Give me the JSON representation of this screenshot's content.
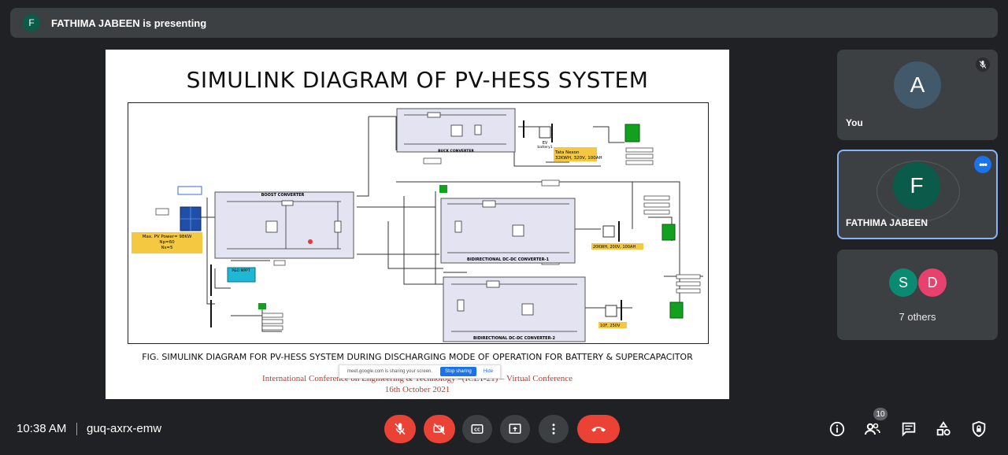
{
  "banner": {
    "avatar_letter": "F",
    "text": "FATHIMA JABEEN is presenting"
  },
  "slide": {
    "title": "SIMULINK DIAGRAM OF PV-HESS SYSTEM",
    "caption": "FIG. SIMULINK DIAGRAM FOR PV-HESS SYSTEM DURING DISCHARGING MODE OF OPERATION FOR BATTERY & SUPERCAPACITOR",
    "conference": "International Conference on Engineering & Technology –(ICET-21) – Virtual Conference",
    "date": "16th October 2021",
    "diagram": {
      "boost_label": "BOOST CONVERTER",
      "buck_label": "BUCK CONVERTER",
      "bidi1_label": "BIDIRECTIONAL DC-DC CONVERTER-1",
      "bidi2_label": "BIDIRECTIONAL DC-DC CONVERTER-2",
      "pv_note_1": "Max. PV Power= 98KW",
      "pv_note_2": "Np=60",
      "pv_note_3": "Ns=5",
      "ev_label": "EV",
      "ev_sub": "battery1",
      "tata_1": "Tata Nexon",
      "tata_2": "32KWH, 320V, 100AH",
      "batt_note": "20KWH, 200V, 100AH",
      "sc_note": "10F, 250V",
      "mppt_label": "P&O MPPT"
    },
    "share_bar": {
      "message": "meet.google.com is sharing your screen.",
      "stop": "Stop sharing",
      "hide": "Hide"
    }
  },
  "participants": {
    "you": {
      "letter": "A",
      "name": "You",
      "color": "#41596b"
    },
    "presenter": {
      "letter": "F",
      "name": "FATHIMA JABEEN",
      "color": "#0b5b4b"
    },
    "others": {
      "a": "S",
      "a_color": "#0b8a72",
      "b": "D",
      "b_color": "#e8416e",
      "label": "7 others"
    }
  },
  "bottom": {
    "time": "10:38 AM",
    "meeting_code": "guq-axrx-emw",
    "people_count": "10"
  },
  "colors": {
    "danger": "#ea4335",
    "control": "#3c4043",
    "accent": "#1a73e8"
  }
}
